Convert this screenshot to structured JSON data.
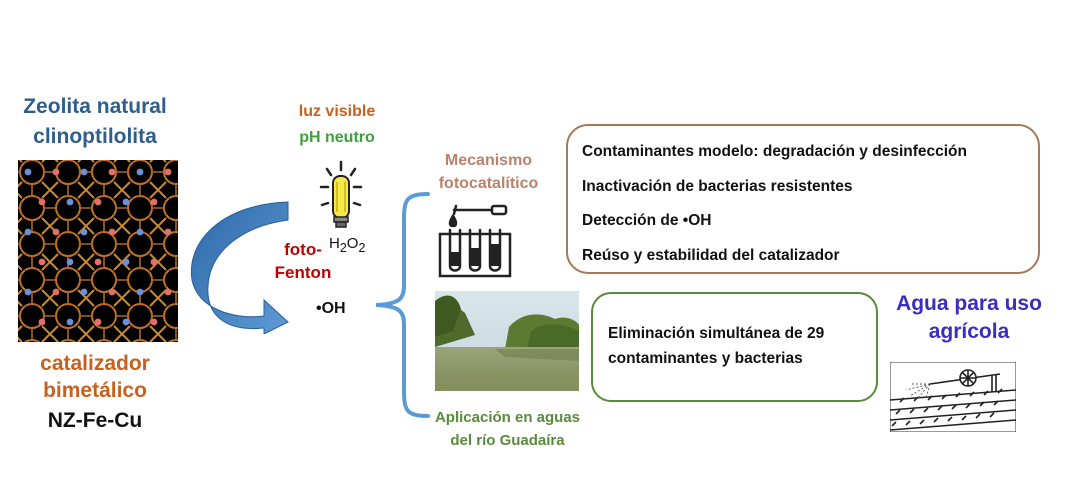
{
  "left": {
    "zeolite_title": [
      "Zeolita natural",
      "clinoptilolita"
    ],
    "catalyst_label": [
      "catalizador",
      "bimetálico"
    ],
    "catalyst_name": "NZ-Fe-Cu"
  },
  "center": {
    "light": "luz visible",
    "ph": "pH neutro",
    "oxidant": {
      "base": "H",
      "sub1": "2",
      "mid": "O",
      "sub2": "2"
    },
    "process": [
      "foto-",
      "Fenton"
    ],
    "radical": "•OH"
  },
  "branch": {
    "mechanism": [
      "Mecanismo",
      "fotocatalítico"
    ],
    "application": [
      "Aplicación en aguas",
      "del río Guadaíra"
    ]
  },
  "mechanism_box": {
    "items": [
      "Contaminantes modelo: degradación y desinfección",
      "Inactivación de bacterias resistentes",
      "Detección de •OH",
      "Reúso y estabilidad del catalizador"
    ]
  },
  "application_box": {
    "lines": [
      "Eliminación simultánea de 29",
      "contaminantes y bacterias"
    ]
  },
  "result": {
    "title": [
      "Agua para uso",
      "agrícola"
    ]
  },
  "colors": {
    "zeolite_title": "#2e5e8c",
    "catalyst": "#c8611d",
    "ph": "#3ea03e",
    "fenton": "#c00000",
    "mechanism": "#b8826b",
    "application": "#5a8a3b",
    "result": "#3a2dbf",
    "arrow": "#3f7fbf"
  }
}
